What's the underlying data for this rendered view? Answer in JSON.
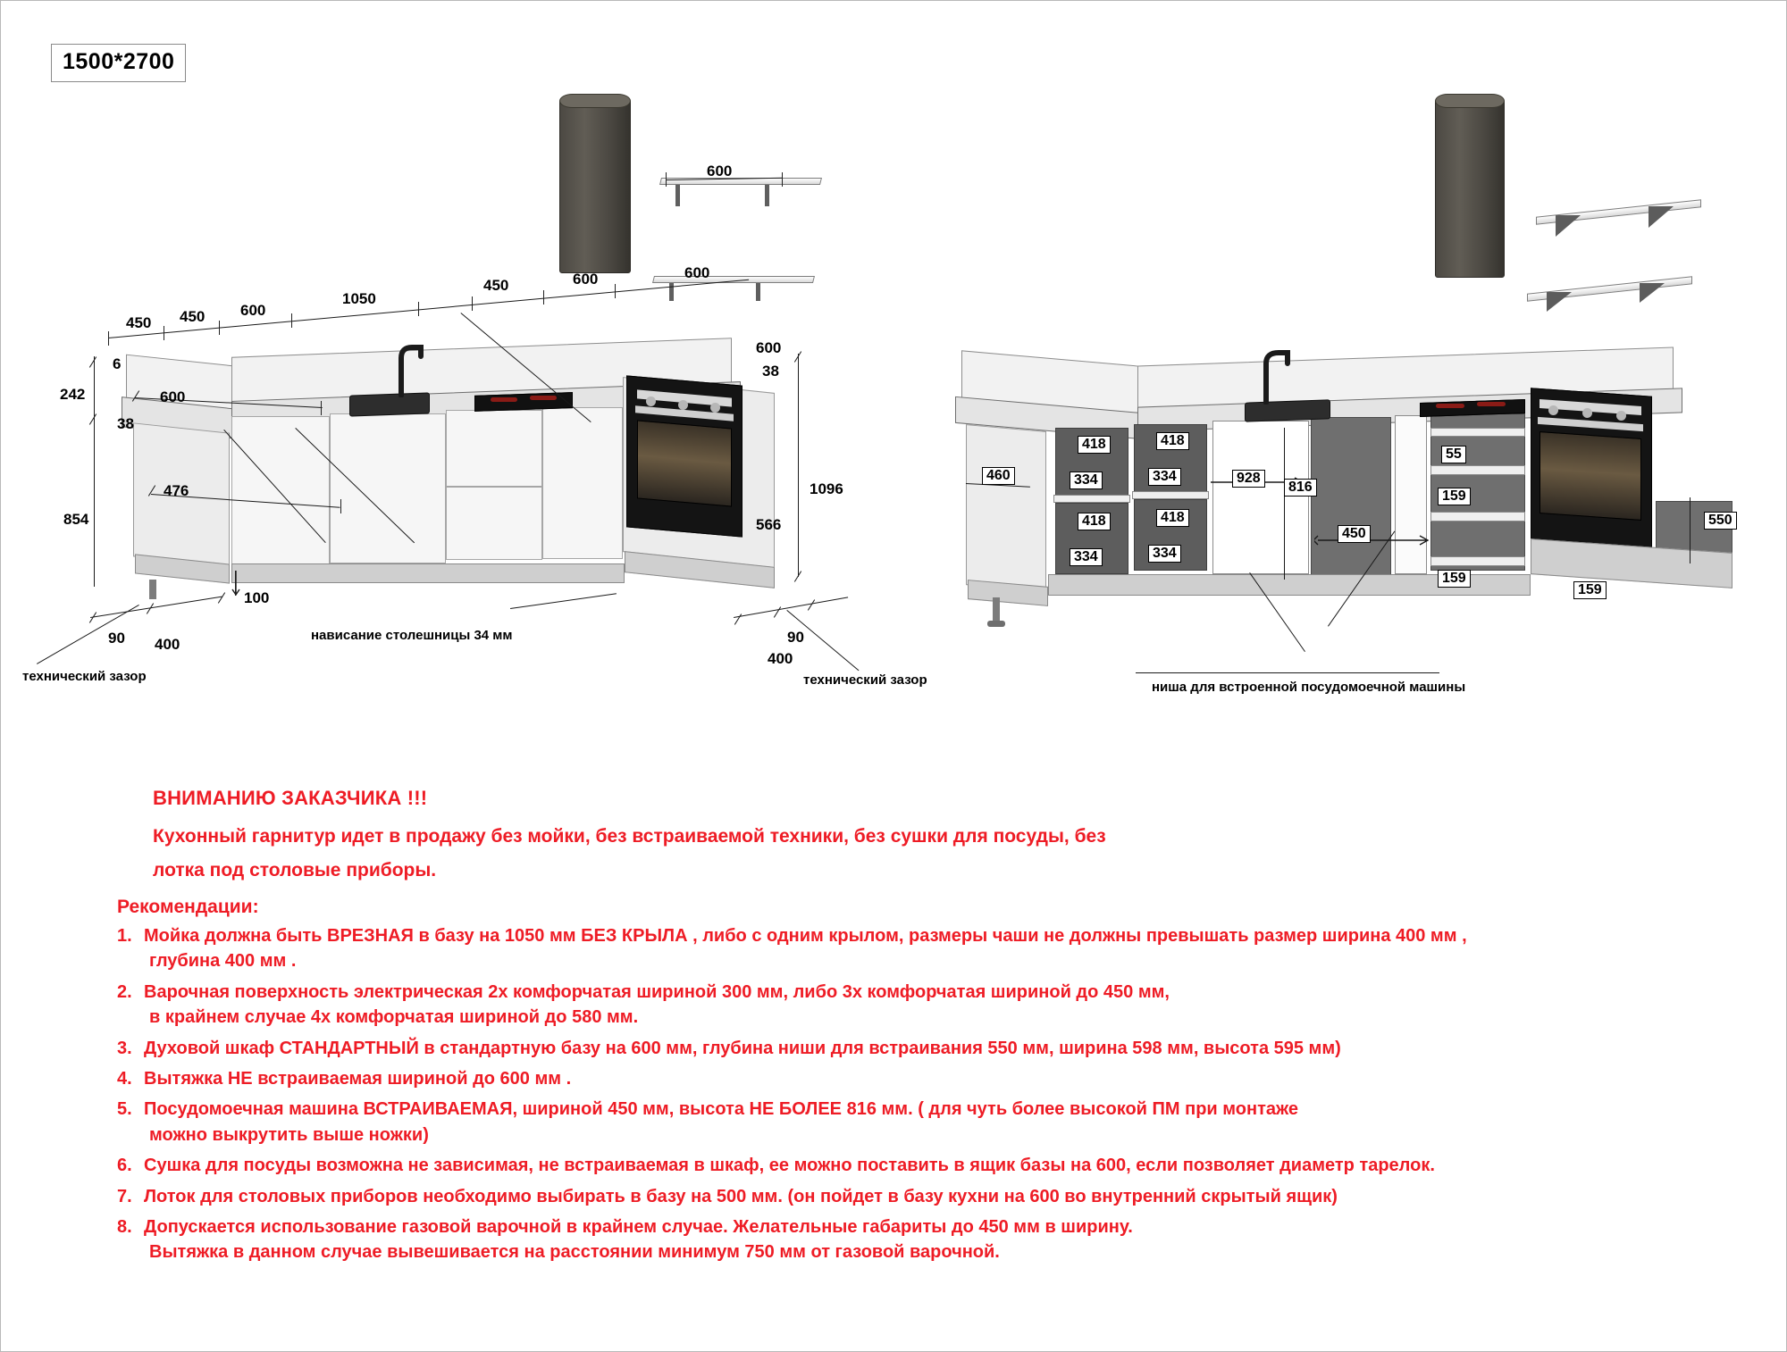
{
  "title_chip": "1500*2700",
  "left_view": {
    "top_dims": [
      "450",
      "450",
      "600",
      "1050",
      "450",
      "600",
      "600"
    ],
    "shelf_dim": "600",
    "labels": {
      "plinth_height": "6",
      "backsplash": "242",
      "counter_thickness": "38",
      "upper_depth": "600",
      "door_width": "476",
      "base_height": "854",
      "leg": "100",
      "right_top": "600",
      "right_counter": "38",
      "right_total": "1096",
      "oven_height": "566"
    },
    "gap_left": {
      "d1": "90",
      "d2": "400",
      "label": "технический зазор"
    },
    "gap_right": {
      "d1": "90",
      "d2": "400",
      "label": "технический зазор"
    },
    "overhang_note": "нависание столешницы 34 мм"
  },
  "right_view": {
    "labels": {
      "left_side": "460",
      "box1_w": "418",
      "box1_h": "334",
      "box2_w": "418",
      "box2_h": "334",
      "box3_w": "418",
      "box3_h": "334",
      "box4_w": "418",
      "box4_h": "334",
      "dishwasher_width": "928",
      "dishwasher_height": "816",
      "dishwasher_depth": "450",
      "drawer_top": "55",
      "drawer_mid": "159",
      "drawer_low": "159",
      "drawer_right": "159",
      "right_side": "550"
    },
    "niche_note": "ниша для встроенной посудомоечной машины"
  },
  "notice": {
    "heading": "ВНИМАНИЮ ЗАКАЗЧИКА !!!",
    "line1": "Кухонный гарнитур идет в продажу без мойки, без встраиваемой техники, без сушки для посуды, без",
    "line2": "лотка под столовые приборы.",
    "rec_title": "Рекомендации:",
    "recommendations": [
      {
        "num": "1.",
        "text": "Мойка должна быть ВРЕЗНАЯ в базу на 1050 мм БЕЗ КРЫЛА , либо с одним крылом, размеры чаши  не должны превышать размер ширина  400  мм ,",
        "cont": "глубина  400 мм ."
      },
      {
        "num": "2.",
        "text": "Варочная поверхность электрическая 2х комфорчатая  шириной 300 мм, либо 3х комфорчатая шириной до 450 мм,",
        "cont": "в крайнем случае 4х комфорчатая шириной до 580 мм."
      },
      {
        "num": "3.",
        "text": "Духовой шкаф СТАНДАРТНЫЙ в стандартную базу на 600 мм, глубина ниши для встраивания 550 мм, ширина 598 мм, высота 595 мм)",
        "cont": ""
      },
      {
        "num": "4.",
        "text": "Вытяжка НЕ встраиваемая шириной до 600 мм .",
        "cont": ""
      },
      {
        "num": "5.",
        "text": "Посудомоечная машина ВСТРАИВАЕМАЯ, шириной 450 мм, высота НЕ БОЛЕЕ 816 мм. ( для чуть более высокой ПМ при монтаже",
        "cont": "можно выкрутить выше ножки)"
      },
      {
        "num": "6.",
        "text": "Сушка для посуды  возможна не зависимая, не встраиваемая в шкаф, ее можно поставить в ящик базы на  600, если позволяет диаметр тарелок.",
        "cont": ""
      },
      {
        "num": "7.",
        "text": "Лоток для столовых приборов необходимо выбирать в базу на 500 мм. (он пойдет в базу кухни на 600 во внутренний скрытый ящик)",
        "cont": ""
      },
      {
        "num": "8.",
        "text": "Допускается использование газовой варочной  в крайнем случае. Желательные габариты до 450 мм в ширину.",
        "cont": "Вытяжка в данном случае вывешивается на расстоянии минимум 750 мм от  газовой варочной."
      }
    ]
  },
  "colors": {
    "red": "#ee1c25",
    "line": "#1a1a1a",
    "panel": "#ececec"
  }
}
